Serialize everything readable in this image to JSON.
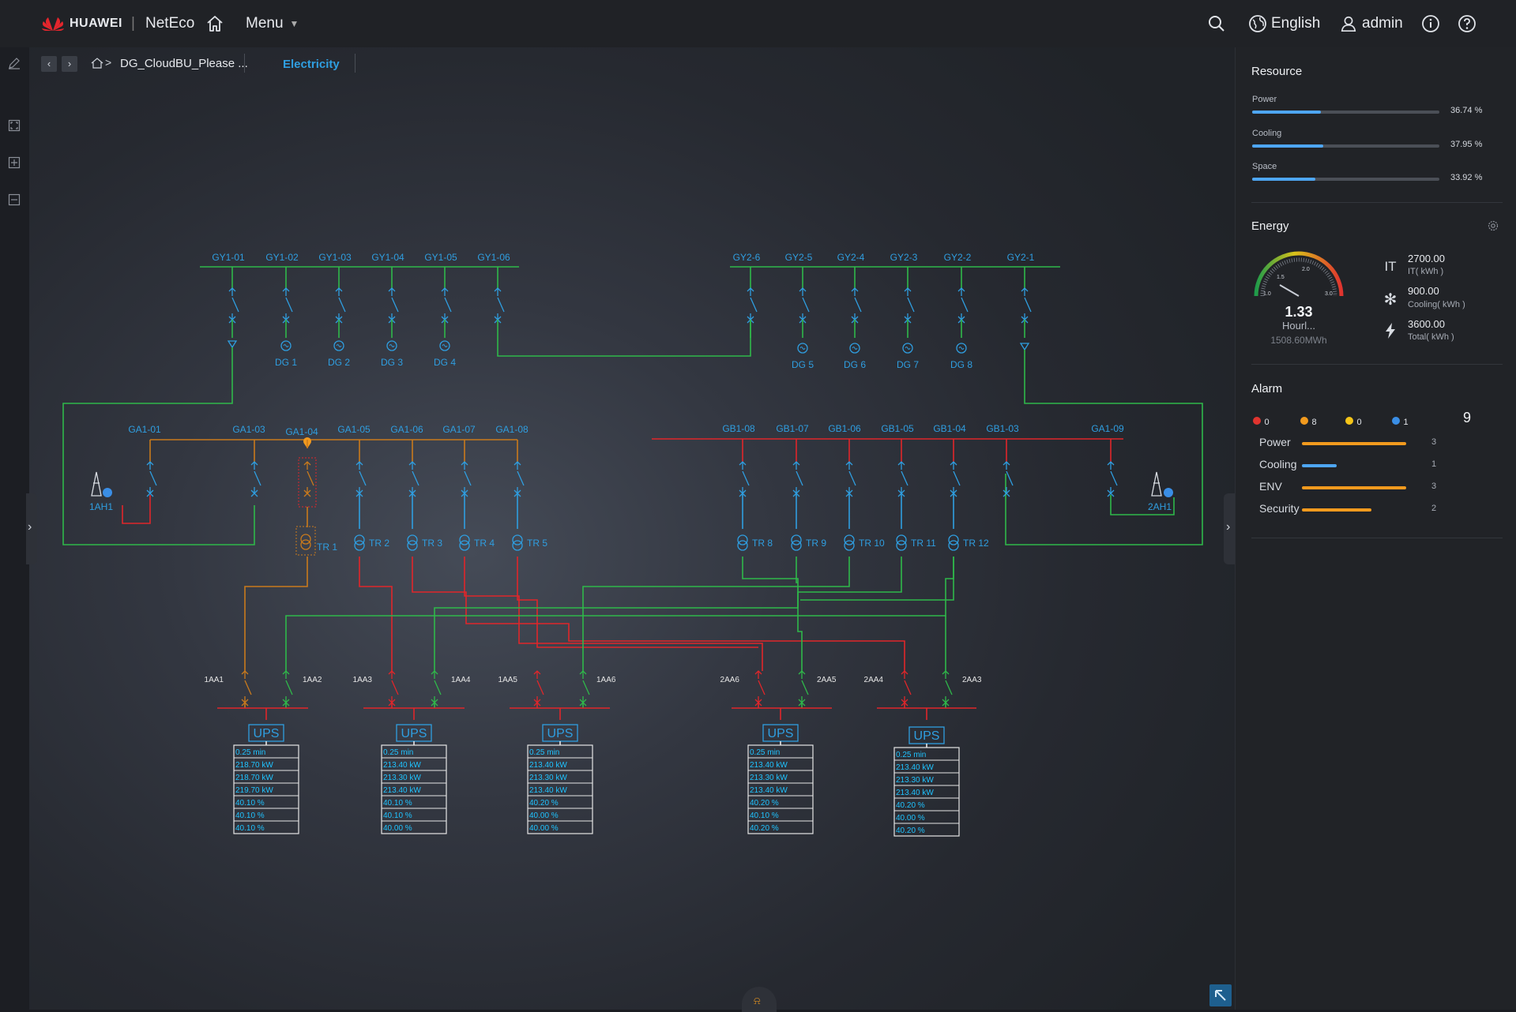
{
  "header": {
    "brand": "HUAWEI",
    "product": "NetEco",
    "menu_label": "Menu",
    "language": "English",
    "user": "admin"
  },
  "toolbar": {
    "breadcrumb": "DG_CloudBU_Please ...",
    "active_tab": "Electricity"
  },
  "resource": {
    "title": "Resource",
    "items": [
      {
        "label": "Power",
        "value": "36.74 %",
        "fraction": 0.3674
      },
      {
        "label": "Cooling",
        "value": "37.95 %",
        "fraction": 0.3795
      },
      {
        "label": "Space",
        "value": "33.92 %",
        "fraction": 0.3392
      }
    ]
  },
  "energy": {
    "title": "Energy",
    "gauge_value": "1.33",
    "gauge_unit": "Hourl...",
    "gauge_sub": "1508.60MWh",
    "gauge_ticks": [
      "1.0",
      "1.5",
      "2.0",
      "3.0"
    ],
    "it_symbol": "IT",
    "items": [
      {
        "value": "2700.00",
        "label": "IT( kWh )"
      },
      {
        "value": "900.00",
        "label": "Cooling( kWh )"
      },
      {
        "value": "3600.00",
        "label": "Total( kWh )"
      }
    ]
  },
  "alarm": {
    "title": "Alarm",
    "counts": [
      "0",
      "8",
      "0",
      "1"
    ],
    "total": "9",
    "colors": [
      "#e0342f",
      "#f29a1e",
      "#f5c518",
      "#3a8ee6"
    ],
    "items": [
      {
        "name": "Power",
        "count": "3",
        "fraction": 1.0,
        "color": "#f29a1e"
      },
      {
        "name": "Cooling",
        "count": "1",
        "fraction": 0.33,
        "color": "#4ea6f3"
      },
      {
        "name": "ENV",
        "count": "3",
        "fraction": 1.0,
        "color": "#f29a1e"
      },
      {
        "name": "Security",
        "count": "2",
        "fraction": 0.67,
        "color": "#f29a1e"
      }
    ]
  },
  "diagram": {
    "gy1_feeders": [
      "GY1-01",
      "GY1-02",
      "GY1-03",
      "GY1-04",
      "GY1-05",
      "GY1-06"
    ],
    "gy2_feeders": [
      "GY2-6",
      "GY2-5",
      "GY2-4",
      "GY2-3",
      "GY2-2",
      "GY2-1"
    ],
    "dg_left": [
      "DG 1",
      "DG 2",
      "DG 3",
      "DG 4"
    ],
    "dg_right": [
      "DG 5",
      "DG 6",
      "DG 7",
      "DG 8"
    ],
    "ga_feeders": [
      "GA1-01",
      "GA1-03",
      "GA1-04",
      "GA1-05",
      "GA1-06",
      "GA1-07",
      "GA1-08"
    ],
    "gb_feeders": [
      "GB1-08",
      "GB1-07",
      "GB1-06",
      "GB1-05",
      "GB1-04",
      "GB1-03",
      "GA1-09"
    ],
    "sources": [
      "1AH1",
      "2AH1"
    ],
    "transformers_left": [
      "TR 1",
      "TR 2",
      "TR 3",
      "TR 4",
      "TR 5"
    ],
    "transformers_right": [
      "TR 8",
      "TR 9",
      "TR 10",
      "TR 11",
      "TR 12"
    ],
    "breakers": [
      "1AA1",
      "1AA2",
      "1AA3",
      "1AA4",
      "1AA5",
      "1AA6",
      "2AA6",
      "2AA5",
      "2AA4",
      "2AA3"
    ],
    "ups_label": "UPS",
    "ups": [
      {
        "rows": [
          "0.25 min",
          "218.70 kW",
          "218.70 kW",
          "219.70 kW",
          "40.10 %",
          "40.10 %",
          "40.10 %"
        ]
      },
      {
        "rows": [
          "0.25 min",
          "213.40 kW",
          "213.30 kW",
          "213.40 kW",
          "40.10 %",
          "40.10 %",
          "40.00 %"
        ]
      },
      {
        "rows": [
          "0.25 min",
          "213.40 kW",
          "213.30 kW",
          "213.40 kW",
          "40.20 %",
          "40.00 %",
          "40.00 %"
        ]
      },
      {
        "rows": [
          "0.25 min",
          "213.40 kW",
          "213.30 kW",
          "213.40 kW",
          "40.20 %",
          "40.10 %",
          "40.20 %"
        ]
      },
      {
        "rows": [
          "0.25 min",
          "213.40 kW",
          "213.30 kW",
          "213.40 kW",
          "40.20 %",
          "40.00 %",
          "40.20 %"
        ]
      }
    ],
    "colors": {
      "energized": "#e0262a",
      "normal": "#2fb84a",
      "warning": "#c97a1c",
      "label": "#2f9ee0",
      "data": "#1fc3ff"
    }
  }
}
